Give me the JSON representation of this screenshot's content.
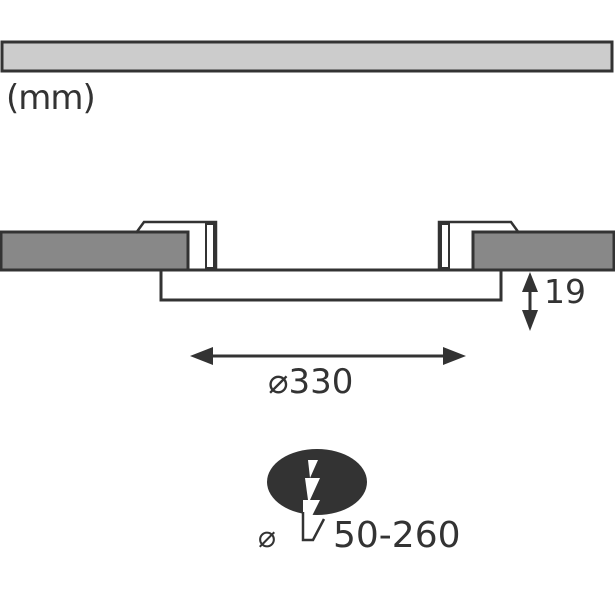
{
  "diagram": {
    "type": "technical-dimension-drawing",
    "unit_label": "(mm)",
    "dimensions": {
      "height": {
        "value": "19",
        "label": "19"
      },
      "diameter": {
        "symbol": "⌀",
        "value": "330",
        "label": "⌀330"
      },
      "cutout": {
        "symbol": "⌀",
        "range": "50-260",
        "label": "⌀ 50-260"
      }
    },
    "colors": {
      "outline": "#333333",
      "ceiling_fill": "#888888",
      "top_bar_fill": "#cccccc",
      "cutout_fill": "#333333",
      "background": "#ffffff"
    },
    "elements": [
      "top-bar-panel",
      "ceiling-left",
      "ceiling-right",
      "clip-left",
      "clip-right",
      "lamp-plate",
      "height-arrow",
      "diameter-arrow",
      "cutout-hole-icon"
    ]
  }
}
